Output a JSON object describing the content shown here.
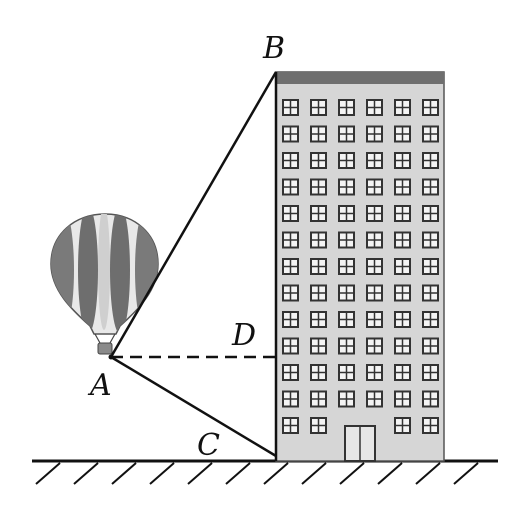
{
  "points": {
    "A": "A",
    "B": "B",
    "C": "C",
    "D": "D"
  },
  "building": {
    "floors": 13,
    "window_columns": 6,
    "door_floor": 1
  },
  "colors": {
    "line": "#111111",
    "building_fill": "#d6d6d6",
    "building_roof": "#6f6f6f",
    "window_frame": "#333333",
    "window_glass": "#f4f4f4",
    "balloon_dark": "#6e6e6e",
    "balloon_light": "#e8e8e8"
  }
}
